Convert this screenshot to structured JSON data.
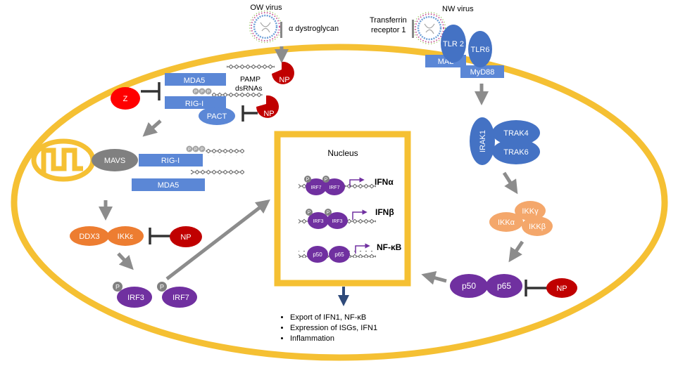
{
  "labels": {
    "ow_virus": "OW virus",
    "alpha_dystroglycan": "α dystroglycan",
    "nw_virus": "NW virus",
    "transferrin": "Transferrin",
    "receptor": "receptor 1",
    "tlr2": "TLR 2",
    "tlr6": "TLR6",
    "mal": "MAL",
    "myd88": "MyD88",
    "irak1": "IRAK1",
    "trak4": "TRAK4",
    "trak6": "TRAK6",
    "ikk_gamma": "IKKγ",
    "ikk_alpha": "IKKα",
    "ikk_beta": "IKKβ",
    "p50": "p50",
    "p65": "p65",
    "np": "NP",
    "z": "Z",
    "mda5": "MDA5",
    "rig_i": "RIG-I",
    "pact": "PACT",
    "pamp": "PAMP",
    "dsrnas": "dsRNAs",
    "p": "P",
    "mavs": "MAVS",
    "ddx3": "DDX3",
    "ikk_epsilon": "IKKε",
    "irf3": "IRF3",
    "irf7": "IRF7",
    "nucleus": "Nucleus",
    "ifn_alpha": "IFNα",
    "ifn_beta": "IFNβ",
    "nf_kb": "NF-κB"
  },
  "outcomes": [
    "Export of IFN1, NF-κB",
    "Expression of ISGs, IFN1",
    "Inflammation"
  ],
  "colors": {
    "cell_membrane": "#F5C033",
    "blue_box": "#5B87D6",
    "blue_oval": "#4472C4",
    "orange": "#ED7D31",
    "purple": "#7030A0",
    "red": "#C00000",
    "red_z": "#FF0000",
    "grey": "#808080",
    "arrow": "#8C8C8C",
    "gene_arrow": "#7030A0",
    "export_arrow": "#2F4A7A"
  }
}
